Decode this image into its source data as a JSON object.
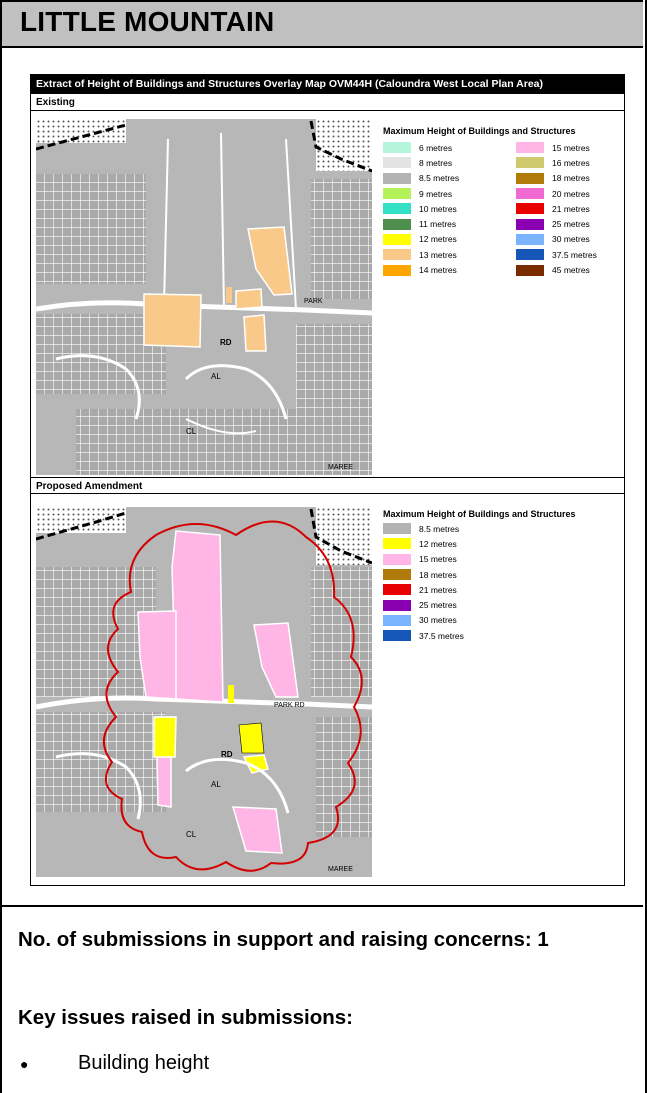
{
  "title": "LITTLE MOUNTAIN",
  "map": {
    "header": "Extract of Height of Buildings and Structures Overlay  Map OVM44H (Caloundra West Local Plan Area)",
    "existing_label": "Existing",
    "proposed_label": "Proposed Amendment",
    "street_labels_existing": [
      "PARK",
      "RD",
      "AL",
      "CL",
      "MAREE"
    ],
    "street_labels_proposed": [
      "PARK RD",
      "RD",
      "AL",
      "CL",
      "MAREE"
    ],
    "legend_existing": {
      "title": "Maximum Height of Buildings and Structures",
      "items": [
        {
          "label": "6 metres",
          "color": "#b5f5dc"
        },
        {
          "label": "8 metres",
          "color": "#e3e3e3"
        },
        {
          "label": "8.5 metres",
          "color": "#b3b3b3"
        },
        {
          "label": "9 metres",
          "color": "#b5f25a"
        },
        {
          "label": "10 metres",
          "color": "#33e0c6"
        },
        {
          "label": "11 metres",
          "color": "#4e8f4e"
        },
        {
          "label": "12 metres",
          "color": "#ffff00"
        },
        {
          "label": "13 metres",
          "color": "#f9c98a"
        },
        {
          "label": "14 metres",
          "color": "#ffa500"
        },
        {
          "label": "15 metres",
          "color": "#ffb6e6"
        },
        {
          "label": "16 metres",
          "color": "#cfc96e"
        },
        {
          "label": "18 metres",
          "color": "#b07b0a"
        },
        {
          "label": "20 metres",
          "color": "#f06ad2"
        },
        {
          "label": "21 metres",
          "color": "#e80000"
        },
        {
          "label": "25 metres",
          "color": "#8a00b0"
        },
        {
          "label": "30 metres",
          "color": "#7ab3ff"
        },
        {
          "label": "37.5 metres",
          "color": "#1656b8"
        },
        {
          "label": "45 metres",
          "color": "#7a2b00"
        }
      ]
    },
    "legend_proposed": {
      "title": "Maximum Height of Buildings and Structures",
      "items": [
        {
          "label": "8.5 metres",
          "color": "#b3b3b3"
        },
        {
          "label": "12 metres",
          "color": "#ffff00"
        },
        {
          "label": "15 metres",
          "color": "#ffb6e6"
        },
        {
          "label": "18 metres",
          "color": "#b07b0a"
        },
        {
          "label": "21 metres",
          "color": "#e80000"
        },
        {
          "label": "25 metres",
          "color": "#8a00b0"
        },
        {
          "label": "30 metres",
          "color": "#7ab3ff"
        },
        {
          "label": "37.5 metres",
          "color": "#1656b8"
        }
      ]
    }
  },
  "submissions": {
    "count_text": "No. of submissions in support and raising concerns: 1",
    "issues_heading": "Key issues raised in submissions:",
    "issues": [
      "Building height"
    ]
  }
}
